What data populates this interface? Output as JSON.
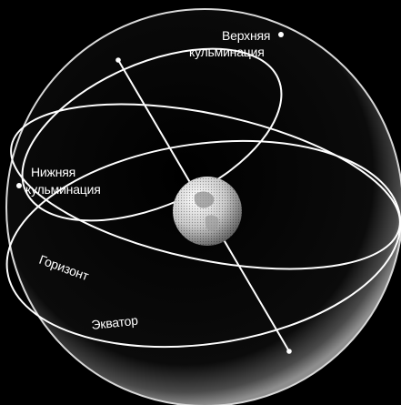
{
  "labels": {
    "upper_culmination_line1": "Верхняя",
    "upper_culmination_line2": "кульминация",
    "lower_culmination_line1": "Нижняя",
    "lower_culmination_line2": "кульминация",
    "horizon": "Горизонт",
    "equator": "Экватор"
  },
  "colors": {
    "background": "#000000",
    "lines": "#ffffff",
    "sphere_rim": "#cfcfcf",
    "earth": "#bdbdbd"
  }
}
